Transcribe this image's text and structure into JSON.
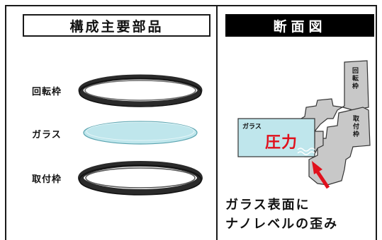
{
  "left_title": "構成主要部品",
  "right_title": "断面図",
  "parts": {
    "rotating_ring": "回転枠",
    "glass": "ガラス",
    "mounting_ring": "取付枠"
  },
  "cross_section": {
    "rotating_ring_label": "回\n転\n枠",
    "mounting_ring_label": "取\n付\n枠",
    "glass_label": "ガラス",
    "pressure_label": "圧力"
  },
  "caption": {
    "line1": "ガラス表面に",
    "line2": "ナノレベルの歪み"
  },
  "colors": {
    "glass_fill": "#bfe6ec",
    "frame_fill": "#c8c8c8",
    "ring_dark": "#2a2a2a",
    "pressure_red": "#e0101c"
  }
}
